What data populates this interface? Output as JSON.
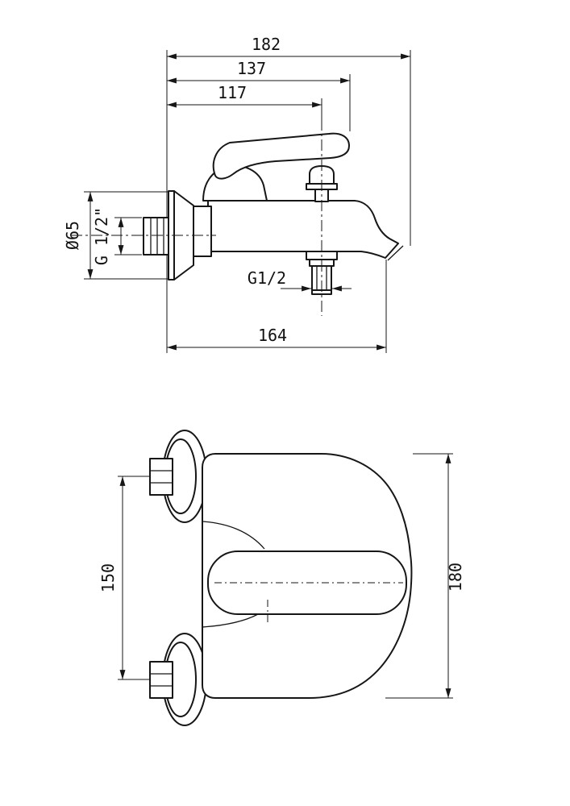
{
  "drawing": {
    "kind": "faucet-technical-drawing"
  },
  "top_view": {
    "dim_overall_width": "182",
    "dim_handle_depth": "137",
    "dim_diverter_depth": "117",
    "dim_spout_depth": "164",
    "dim_escutcheon_diameter": "Ø65",
    "dim_wall_thread": "G 1/2\"",
    "dim_hose_thread": "G1/2"
  },
  "front_view": {
    "dim_center_distance": "150",
    "dim_overall_height": "180"
  }
}
